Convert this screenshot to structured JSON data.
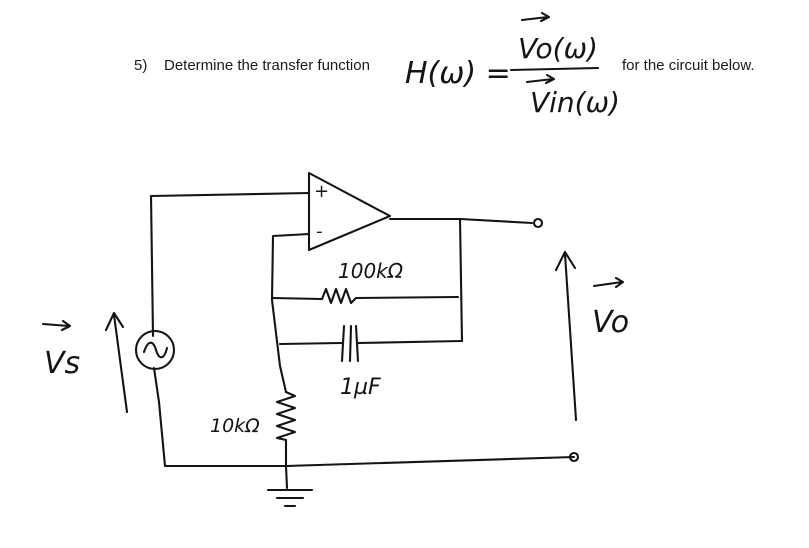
{
  "question": {
    "number": "5)",
    "prompt": "Determine the transfer function",
    "tail": "for the circuit below."
  },
  "formula": {
    "lhs": "H(ω) =",
    "numerator": "Vo(ω)",
    "denominator": "Vin(ω)"
  },
  "circuit": {
    "feedback_resistor": "100kΩ",
    "feedback_capacitor": "1µF",
    "ground_resistor": "10kΩ",
    "source_label": "Vs",
    "output_label": "Vo",
    "opamp_plus": "+",
    "opamp_minus": "-"
  }
}
